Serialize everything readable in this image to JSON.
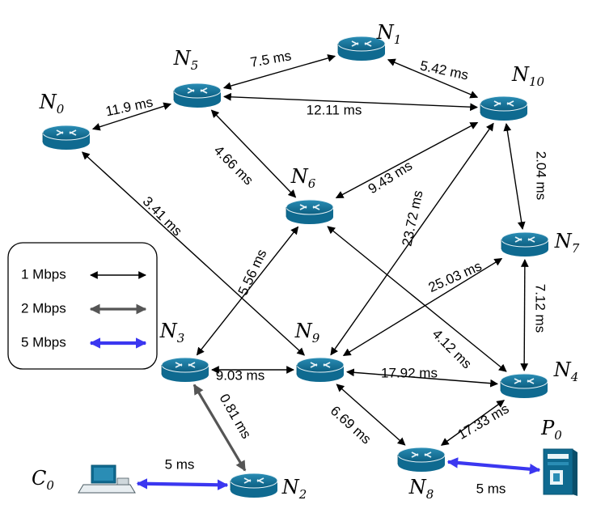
{
  "colors": {
    "router_top": "#1f7fa6",
    "router_body": "#0f6a90",
    "router_rim": "#e9f4f8",
    "link_1mbps": "#000000",
    "link_2mbps": "#555555",
    "link_5mbps": "#3b37f0"
  },
  "legend": {
    "items": [
      {
        "label": "1 Mbps",
        "kind": "1mbps"
      },
      {
        "label": "2 Mbps",
        "kind": "2mbps"
      },
      {
        "label": "5 Mbps",
        "kind": "5mbps"
      }
    ]
  },
  "nodes": [
    {
      "id": "N0",
      "letter": "N",
      "sub": "0",
      "icon": "router-icon"
    },
    {
      "id": "N1",
      "letter": "N",
      "sub": "1",
      "icon": "router-icon"
    },
    {
      "id": "N2",
      "letter": "N",
      "sub": "2",
      "icon": "router-icon"
    },
    {
      "id": "N3",
      "letter": "N",
      "sub": "3",
      "icon": "router-icon"
    },
    {
      "id": "N4",
      "letter": "N",
      "sub": "4",
      "icon": "router-icon"
    },
    {
      "id": "N5",
      "letter": "N",
      "sub": "5",
      "icon": "router-icon"
    },
    {
      "id": "N6",
      "letter": "N",
      "sub": "6",
      "icon": "router-icon"
    },
    {
      "id": "N7",
      "letter": "N",
      "sub": "7",
      "icon": "router-icon"
    },
    {
      "id": "N8",
      "letter": "N",
      "sub": "8",
      "icon": "router-icon"
    },
    {
      "id": "N9",
      "letter": "N",
      "sub": "9",
      "icon": "router-icon"
    },
    {
      "id": "N10",
      "letter": "N",
      "sub": "10",
      "icon": "router-icon"
    },
    {
      "id": "C0",
      "letter": "C",
      "sub": "0",
      "icon": "computer-icon"
    },
    {
      "id": "P0",
      "letter": "P",
      "sub": "0",
      "icon": "server-icon"
    }
  ],
  "links": [
    {
      "from": "N5",
      "to": "N1",
      "label": "7.5 ms",
      "kind": "1mbps"
    },
    {
      "from": "N1",
      "to": "N10",
      "label": "5.42 ms",
      "kind": "1mbps"
    },
    {
      "from": "N0",
      "to": "N5",
      "label": "11.9 ms",
      "kind": "1mbps"
    },
    {
      "from": "N5",
      "to": "N10",
      "label": "12.11 ms",
      "kind": "1mbps"
    },
    {
      "from": "N5",
      "to": "N6",
      "label": "4.66 ms",
      "kind": "1mbps"
    },
    {
      "from": "N6",
      "to": "N10",
      "label": "9.43 ms",
      "kind": "1mbps"
    },
    {
      "from": "N10",
      "to": "N7",
      "label": "2.04 ms",
      "kind": "1mbps"
    },
    {
      "from": "N0",
      "to": "N9",
      "label": "3.41 ms",
      "kind": "1mbps"
    },
    {
      "from": "N9",
      "to": "N10",
      "label": "23.72 ms",
      "kind": "1mbps"
    },
    {
      "from": "N6",
      "to": "N3",
      "label": "5.56 ms",
      "kind": "1mbps"
    },
    {
      "from": "N9",
      "to": "N7",
      "label": "25.03 ms",
      "kind": "1mbps"
    },
    {
      "from": "N7",
      "to": "N4",
      "label": "7.12 ms",
      "kind": "1mbps"
    },
    {
      "from": "N6",
      "to": "N4",
      "label": "4.12 ms",
      "kind": "1mbps"
    },
    {
      "from": "N3",
      "to": "N9",
      "label": "9.03 ms",
      "kind": "1mbps"
    },
    {
      "from": "N9",
      "to": "N4",
      "label": "17.92 ms",
      "kind": "1mbps"
    },
    {
      "from": "N3",
      "to": "N2",
      "label": "0.81 ms",
      "kind": "2mbps"
    },
    {
      "from": "N9",
      "to": "N8",
      "label": "6.69 ms",
      "kind": "1mbps"
    },
    {
      "from": "N8",
      "to": "N4",
      "label": "17.33 ms",
      "kind": "1mbps"
    },
    {
      "from": "C0",
      "to": "N2",
      "label": "5 ms",
      "kind": "5mbps"
    },
    {
      "from": "N8",
      "to": "P0",
      "label": "5 ms",
      "kind": "5mbps"
    }
  ]
}
